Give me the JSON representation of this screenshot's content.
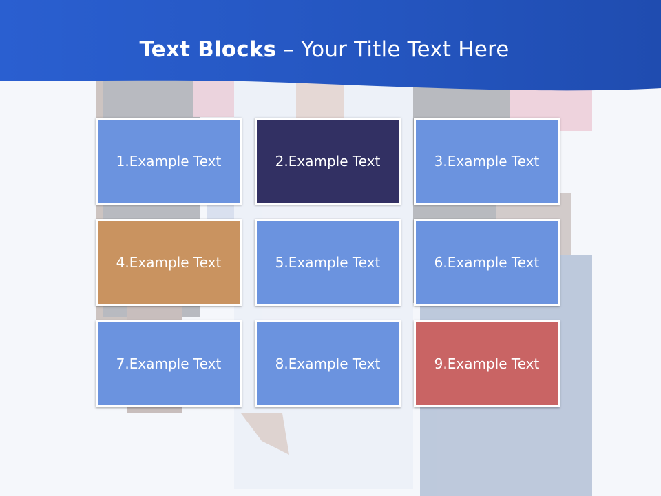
{
  "slide": {
    "title_bold": "Text Blocks",
    "title_separator": "–",
    "title_rest": "Your Title Text Here"
  },
  "blocks": [
    {
      "label": "1.Example Text",
      "color": "#6b93df"
    },
    {
      "label": "2.Example Text",
      "color": "#323063"
    },
    {
      "label": "3.Example Text",
      "color": "#6b93df"
    },
    {
      "label": "4.Example Text",
      "color": "#c99360"
    },
    {
      "label": "5.Example Text",
      "color": "#6b93df"
    },
    {
      "label": "6.Example Text",
      "color": "#6b93df"
    },
    {
      "label": "7.Example Text",
      "color": "#6b93df"
    },
    {
      "label": "8.Example Text",
      "color": "#6b93df"
    },
    {
      "label": "9.Example Text",
      "color": "#c96464"
    }
  ],
  "colors": {
    "header_blue": "#2a5fd0",
    "header_blue_dark": "#2247a8"
  }
}
